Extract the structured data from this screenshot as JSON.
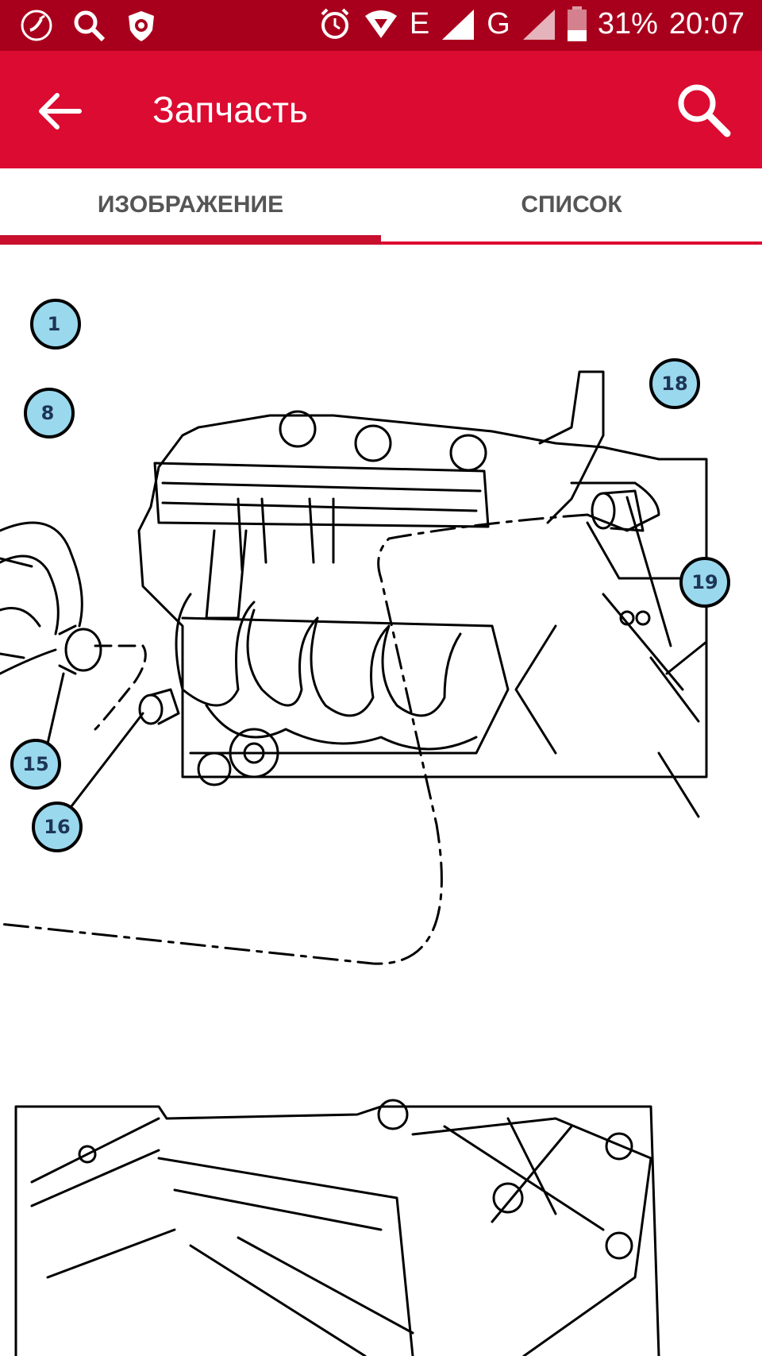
{
  "status_bar": {
    "icons": [
      "missed-call-icon",
      "search-icon",
      "antivirus-icon",
      "alarm-icon",
      "signal-icon"
    ],
    "network_e": "E",
    "network_g": "G",
    "battery": "31%",
    "time": "20:07"
  },
  "app_bar": {
    "title": "Запчасть",
    "back_icon": "arrow-back-icon",
    "search_icon": "search-icon"
  },
  "tabs": [
    {
      "label": "ИЗОБРАЖЕНИЕ",
      "selected": true
    },
    {
      "label": "СПИСОК",
      "selected": false
    }
  ],
  "colors": {
    "status_bar": "#a8001c",
    "app_bar": "#dc0b31",
    "tab_indicator": "#c8102e",
    "callout_fill": "#9ad8ee"
  },
  "diagram": {
    "callouts": [
      "1",
      "8",
      "18",
      "19",
      "15",
      "16"
    ]
  }
}
